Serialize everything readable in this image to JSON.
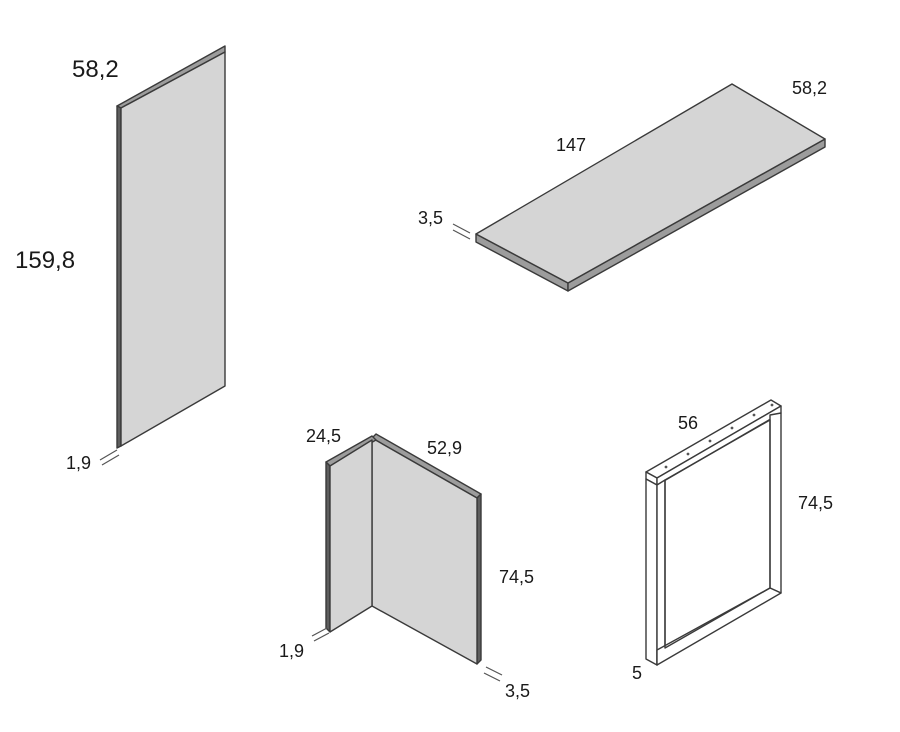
{
  "colors": {
    "face": "#d5d5d5",
    "edge": "#9c9c9c",
    "dark_edge": "#5e5e5e",
    "outline": "#3a3a3a",
    "frame_fill": "#ffffff"
  },
  "panels": {
    "side_panel": {
      "width": "58,2",
      "height": "159,8",
      "thickness": "1,9"
    },
    "top_panel": {
      "length": "147",
      "depth": "58,2",
      "thickness": "3,5"
    },
    "corner_unit": {
      "side_depth": "24,5",
      "back_width": "52,9",
      "height": "74,5",
      "side_thickness": "1,9",
      "back_thickness": "3,5"
    },
    "frame_leg": {
      "width": "56",
      "height": "74,5",
      "profile": "5"
    }
  }
}
